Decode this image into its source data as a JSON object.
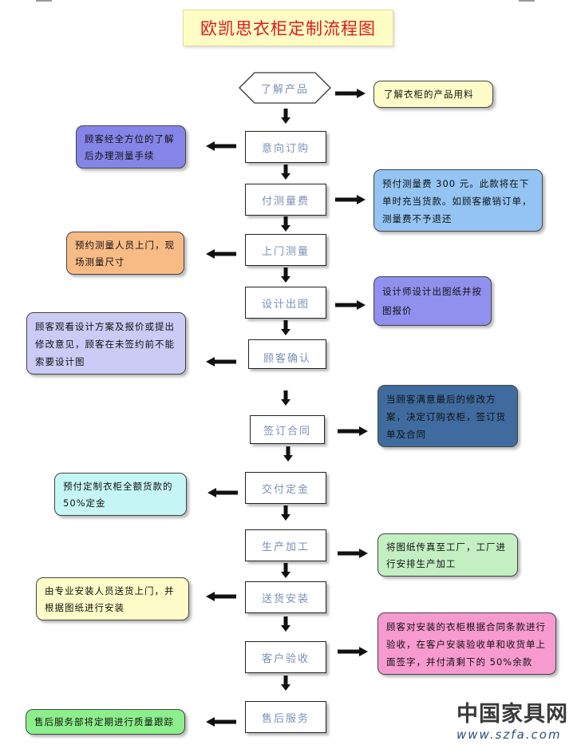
{
  "title": "欧凯思衣柜定制流程图",
  "steps": [
    {
      "label": "了解产品"
    },
    {
      "label": "意向订购"
    },
    {
      "label": "付测量费"
    },
    {
      "label": "上门测量"
    },
    {
      "label": "设计出图"
    },
    {
      "label": "顾客确认"
    },
    {
      "label": "签订合同"
    },
    {
      "label": "交付定金"
    },
    {
      "label": "生产加工"
    },
    {
      "label": "送货安装"
    },
    {
      "label": "客户验收"
    },
    {
      "label": "售后服务"
    }
  ],
  "notes": [
    {
      "text": "了解衣柜的产品用料",
      "side": "right",
      "color": "#fdfbc8"
    },
    {
      "text": "顾客经全方位的了解后办理测量手续",
      "side": "left",
      "color": "#8585e8"
    },
    {
      "text": "预付测量费 300 元。此款将在下单时充当货款。如顾客撤销订单，测量费不予退还",
      "side": "right",
      "color": "#93c4f3"
    },
    {
      "text": "预约测量人员上门，现场测量尺寸",
      "side": "left",
      "color": "#f9bb86"
    },
    {
      "text": "设计师设计出图纸并按图报价",
      "side": "right",
      "color": "#9090ee"
    },
    {
      "text": "顾客观看设计方案及报价或提出修改意见，顾客在未签约前不能索要设计图",
      "side": "left",
      "color": "#cbcbf6"
    },
    {
      "text": "当顾客满意最后的修改方案，决定订购衣柜，签订货单及合同",
      "side": "right",
      "color": "#3f6b9e"
    },
    {
      "text": "预付定制衣柜全额货款的 50%定金",
      "side": "left",
      "color": "#c6f5f5"
    },
    {
      "text": "将图纸传真至工厂，工厂进行安排生产加工",
      "side": "right",
      "color": "#c3efc3"
    },
    {
      "text": "由专业安装人员送货上门，并根据图纸进行安装",
      "side": "left",
      "color": "#fdfbc8"
    },
    {
      "text": "顾客对安装的衣柜根据合同条款进行验收，在客户安装验收单和收货单上面签字，并付清剩下的 50%余款",
      "side": "right",
      "color": "#f79ad0"
    },
    {
      "text": "售后服务部将定期进行质量跟踪",
      "side": "left",
      "color": "#8cef8c"
    }
  ],
  "logo": {
    "name": "中国家具网",
    "url": "www.szfa.com"
  }
}
